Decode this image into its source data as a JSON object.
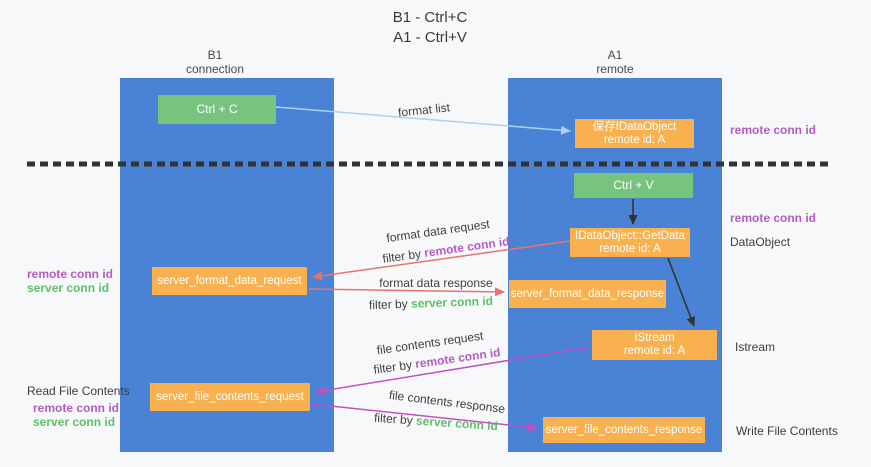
{
  "title": {
    "line1": "B1 - Ctrl+C",
    "line2": "A1 - Ctrl+V"
  },
  "lanes": {
    "left": {
      "name": "B1",
      "subtitle": "connection"
    },
    "right": {
      "name": "A1",
      "subtitle": "remote"
    }
  },
  "boxes": {
    "ctrl_c": {
      "label": "Ctrl + C"
    },
    "save_idataobject": {
      "line1": "保存IDataObject",
      "line2": "remote id: A"
    },
    "ctrl_v": {
      "label": "Ctrl + V"
    },
    "getdata": {
      "line1": "IDataObject::GetData",
      "line2": "remote id: A"
    },
    "server_format_data_request": {
      "label": "server_format_data_request"
    },
    "server_format_data_response": {
      "label": "server_format_data_response"
    },
    "istream": {
      "line1": "IStream",
      "line2": "remote id: A"
    },
    "server_file_contents_request": {
      "label": "server_file_contents_request"
    },
    "server_file_contents_response": {
      "label": "server_file_contents_response"
    }
  },
  "arrow_labels": {
    "format_list": "format list",
    "format_data_request": "format data request",
    "format_data_response": "format data response",
    "file_contents_request": "file contents request",
    "file_contents_response": "file contents response",
    "filter_by_remote_1": {
      "prefix": "filter by ",
      "highlight": "remote conn id"
    },
    "filter_by_server_1": {
      "prefix": "filter by ",
      "highlight": "server conn id"
    },
    "filter_by_remote_2": {
      "prefix": "filter by ",
      "highlight": "remote conn id"
    },
    "filter_by_server_2": {
      "prefix": "filter by ",
      "highlight": "server conn id"
    }
  },
  "side_labels": {
    "remote_conn_id_top": "remote conn id",
    "remote_conn_id_mid": "remote conn id",
    "dataobject": "DataObject",
    "istream": "Istream",
    "write_file_contents": "Write File Contents",
    "left_remote_1": "remote conn id",
    "left_server_1": "server conn id",
    "read_file_contents": "Read File Contents",
    "left_remote_2": "remote conn id",
    "left_server_2": "server conn id"
  },
  "colors": {
    "lane_blue": "#4a82d6",
    "box_orange": "#f9b04e",
    "box_green": "#76c47e",
    "arrow_salmon": "#e8736c",
    "arrow_magenta": "#c44fc4",
    "arrow_lightblue": "#a9d3f0",
    "text_purple": "#b35cc6",
    "text_green": "#5fbe6b",
    "background": "#f7f8f9"
  }
}
